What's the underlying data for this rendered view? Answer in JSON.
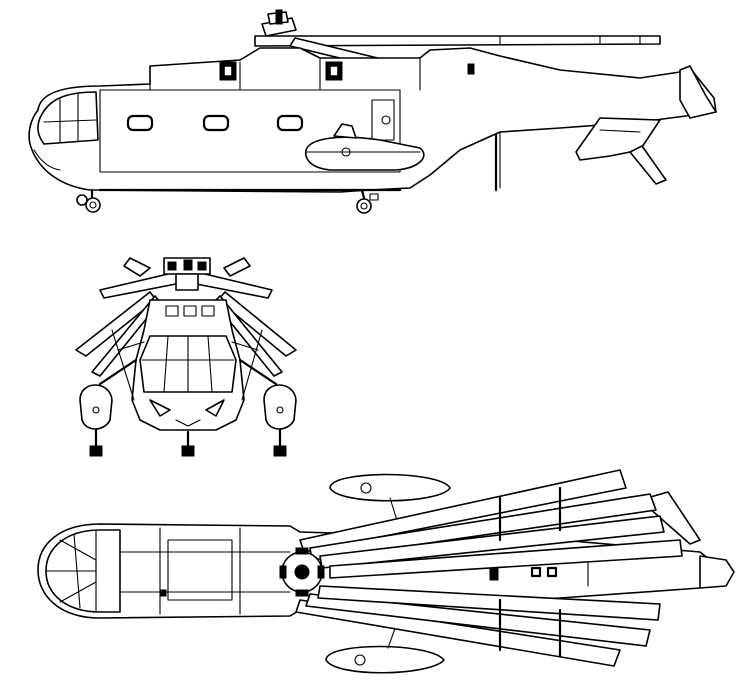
{
  "figure": {
    "views": [
      "side",
      "front",
      "top"
    ]
  },
  "colors": {
    "ink": "#000000",
    "paper": "#ffffff"
  }
}
